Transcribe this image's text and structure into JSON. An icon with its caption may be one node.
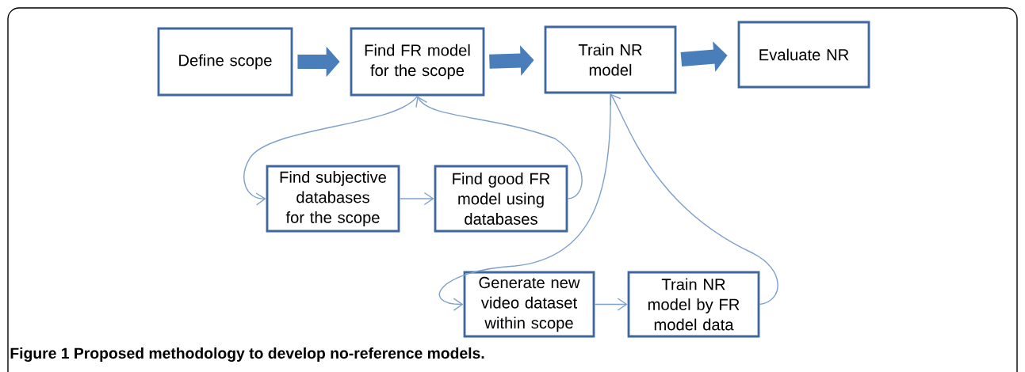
{
  "diagram": {
    "caption": "Figure 1 Proposed methodology to develop no-reference models.",
    "nodes": [
      {
        "text": [
          "Define scope"
        ]
      },
      {
        "text": [
          "Find FR model for the scope"
        ]
      },
      {
        "text": [
          "Train NR model"
        ]
      },
      {
        "text": [
          "Evaluate NR"
        ]
      },
      {
        "text": [
          "Find subjective databases for the scope"
        ]
      },
      {
        "text": [
          "Find good FR model using databases"
        ]
      },
      {
        "text": [
          "Generate new video dataset within scope"
        ]
      },
      {
        "text": [
          "Train NR model by FR model data"
        ]
      }
    ],
    "edges": [
      {
        "from": 0,
        "to": 1,
        "arrow": "to",
        "style": "thick"
      },
      {
        "from": 1,
        "to": 2,
        "arrow": "to",
        "style": "thick"
      },
      {
        "from": 2,
        "to": 3,
        "arrow": "to",
        "style": "thick"
      },
      {
        "from": 1,
        "to": 4,
        "arrow": "to"
      },
      {
        "from": 4,
        "to": 5,
        "arrow": "to"
      },
      {
        "from": 5,
        "to": 1,
        "arrow": "to"
      },
      {
        "from": 2,
        "to": 6,
        "arrow": "to"
      },
      {
        "from": 6,
        "to": 7,
        "arrow": "to"
      },
      {
        "from": 7,
        "to": 2,
        "arrow": "to"
      }
    ]
  }
}
